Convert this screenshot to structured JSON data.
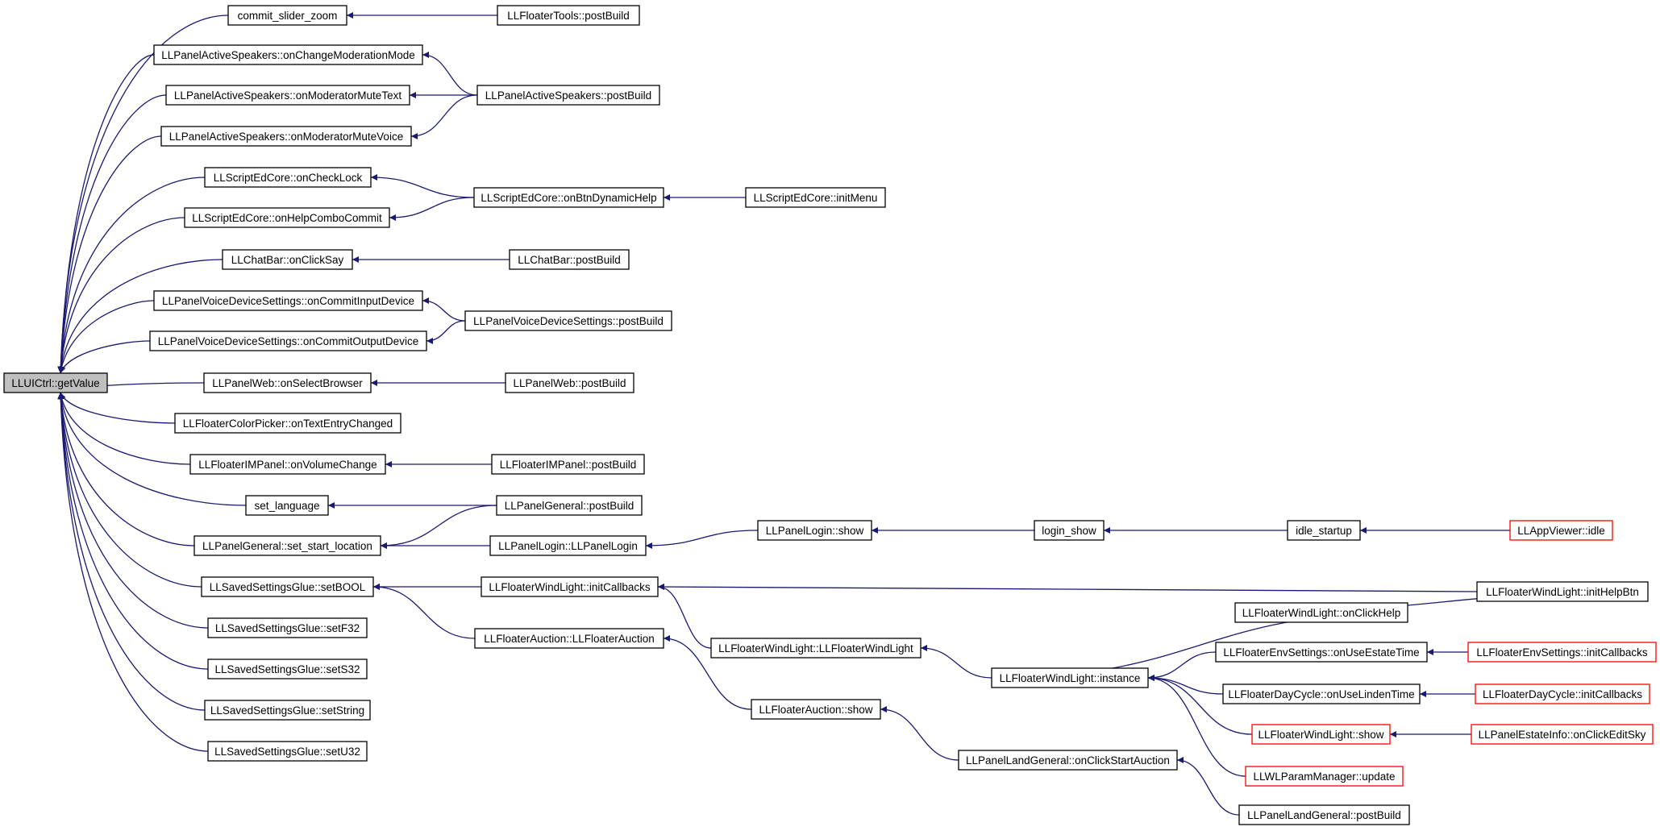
{
  "colors": {
    "edge": "#191970",
    "node_border": "#000000",
    "truncated_border": "#ff0000",
    "root_fill": "#bfbfbf",
    "node_fill": "#ffffff",
    "text": "#000000"
  },
  "nodes": [
    {
      "id": "n_getvalue",
      "label": "LLUICtrl::getValue",
      "kind": "root"
    },
    {
      "id": "n_commit_slider_zoom",
      "label": "commit_slider_zoom"
    },
    {
      "id": "n_floatertools_postbuild",
      "label": "LLFloaterTools::postBuild"
    },
    {
      "id": "n_pas_onchangemod",
      "label": "LLPanelActiveSpeakers::onChangeModerationMode"
    },
    {
      "id": "n_pas_onmodmutetext",
      "label": "LLPanelActiveSpeakers::onModeratorMuteText"
    },
    {
      "id": "n_pas_postbuild",
      "label": "LLPanelActiveSpeakers::postBuild"
    },
    {
      "id": "n_pas_onmodmutevoice",
      "label": "LLPanelActiveSpeakers::onModeratorMuteVoice"
    },
    {
      "id": "n_sec_onchecklock",
      "label": "LLScriptEdCore::onCheckLock"
    },
    {
      "id": "n_sec_onbtndynhelp",
      "label": "LLScriptEdCore::onBtnDynamicHelp"
    },
    {
      "id": "n_sec_initmenu",
      "label": "LLScriptEdCore::initMenu"
    },
    {
      "id": "n_sec_onhelpcombo",
      "label": "LLScriptEdCore::onHelpComboCommit"
    },
    {
      "id": "n_chatbar_onclicksay",
      "label": "LLChatBar::onClickSay"
    },
    {
      "id": "n_chatbar_postbuild",
      "label": "LLChatBar::postBuild"
    },
    {
      "id": "n_pvds_oncommitinput",
      "label": "LLPanelVoiceDeviceSettings::onCommitInputDevice"
    },
    {
      "id": "n_pvds_postbuild",
      "label": "LLPanelVoiceDeviceSettings::postBuild"
    },
    {
      "id": "n_pvds_oncommitoutput",
      "label": "LLPanelVoiceDeviceSettings::onCommitOutputDevice"
    },
    {
      "id": "n_pweb_onselectbrowser",
      "label": "LLPanelWeb::onSelectBrowser"
    },
    {
      "id": "n_pweb_postbuild",
      "label": "LLPanelWeb::postBuild"
    },
    {
      "id": "n_fcp_ontextentry",
      "label": "LLFloaterColorPicker::onTextEntryChanged"
    },
    {
      "id": "n_fim_onvolume",
      "label": "LLFloaterIMPanel::onVolumeChange"
    },
    {
      "id": "n_fim_postbuild",
      "label": "LLFloaterIMPanel::postBuild"
    },
    {
      "id": "n_set_language",
      "label": "set_language"
    },
    {
      "id": "n_pgen_postbuild",
      "label": "LLPanelGeneral::postBuild"
    },
    {
      "id": "n_pgen_setstartloc",
      "label": "LLPanelGeneral::set_start_location"
    },
    {
      "id": "n_plogin_ctor",
      "label": "LLPanelLogin::LLPanelLogin"
    },
    {
      "id": "n_plogin_show",
      "label": "LLPanelLogin::show"
    },
    {
      "id": "n_login_show",
      "label": "login_show"
    },
    {
      "id": "n_idle_startup",
      "label": "idle_startup"
    },
    {
      "id": "n_appviewer_idle",
      "label": "LLAppViewer::idle",
      "kind": "truncated"
    },
    {
      "id": "n_ssg_setbool",
      "label": "LLSavedSettingsGlue::setBOOL"
    },
    {
      "id": "n_fwl_initcallbacks",
      "label": "LLFloaterWindLight::initCallbacks"
    },
    {
      "id": "n_fwl_inithelpbtn",
      "label": "LLFloaterWindLight::initHelpBtn"
    },
    {
      "id": "n_fwl_onclickhelp",
      "label": "LLFloaterWindLight::onClickHelp"
    },
    {
      "id": "n_ssg_setf32",
      "label": "LLSavedSettingsGlue::setF32"
    },
    {
      "id": "n_fauc_ctor",
      "label": "LLFloaterAuction::LLFloaterAuction"
    },
    {
      "id": "n_fwl_ctor",
      "label": "LLFloaterWindLight::LLFloaterWindLight"
    },
    {
      "id": "n_fes_onuseestate",
      "label": "LLFloaterEnvSettings::onUseEstateTime"
    },
    {
      "id": "n_fes_initcallbacks",
      "label": "LLFloaterEnvSettings::initCallbacks",
      "kind": "truncated"
    },
    {
      "id": "n_ssg_sets32",
      "label": "LLSavedSettingsGlue::setS32"
    },
    {
      "id": "n_fwl_instance",
      "label": "LLFloaterWindLight::instance"
    },
    {
      "id": "n_fdc_onuselinden",
      "label": "LLFloaterDayCycle::onUseLindenTime"
    },
    {
      "id": "n_fdc_initcallbacks",
      "label": "LLFloaterDayCycle::initCallbacks",
      "kind": "truncated"
    },
    {
      "id": "n_ssg_setstring",
      "label": "LLSavedSettingsGlue::setString"
    },
    {
      "id": "n_fauc_show",
      "label": "LLFloaterAuction::show"
    },
    {
      "id": "n_fwl_show",
      "label": "LLFloaterWindLight::show",
      "kind": "truncated"
    },
    {
      "id": "n_pei_onclickeditsky",
      "label": "LLPanelEstateInfo::onClickEditSky",
      "kind": "truncated"
    },
    {
      "id": "n_ssg_setu32",
      "label": "LLSavedSettingsGlue::setU32"
    },
    {
      "id": "n_plg_onclickstartauction",
      "label": "LLPanelLandGeneral::onClickStartAuction"
    },
    {
      "id": "n_wlpm_update",
      "label": "LLWLParamManager::update",
      "kind": "truncated"
    },
    {
      "id": "n_plg_postbuild",
      "label": "LLPanelLandGeneral::postBuild"
    }
  ],
  "edges": [
    {
      "from": "n_commit_slider_zoom",
      "to": "n_getvalue"
    },
    {
      "from": "n_pas_onchangemod",
      "to": "n_getvalue"
    },
    {
      "from": "n_pas_onmodmutetext",
      "to": "n_getvalue"
    },
    {
      "from": "n_pas_onmodmutevoice",
      "to": "n_getvalue"
    },
    {
      "from": "n_sec_onchecklock",
      "to": "n_getvalue"
    },
    {
      "from": "n_sec_onhelpcombo",
      "to": "n_getvalue"
    },
    {
      "from": "n_chatbar_onclicksay",
      "to": "n_getvalue"
    },
    {
      "from": "n_pvds_oncommitinput",
      "to": "n_getvalue"
    },
    {
      "from": "n_pvds_oncommitoutput",
      "to": "n_getvalue"
    },
    {
      "from": "n_pweb_onselectbrowser",
      "to": "n_getvalue"
    },
    {
      "from": "n_fcp_ontextentry",
      "to": "n_getvalue"
    },
    {
      "from": "n_fim_onvolume",
      "to": "n_getvalue"
    },
    {
      "from": "n_set_language",
      "to": "n_getvalue"
    },
    {
      "from": "n_pgen_setstartloc",
      "to": "n_getvalue"
    },
    {
      "from": "n_ssg_setbool",
      "to": "n_getvalue"
    },
    {
      "from": "n_ssg_setf32",
      "to": "n_getvalue"
    },
    {
      "from": "n_ssg_sets32",
      "to": "n_getvalue"
    },
    {
      "from": "n_ssg_setstring",
      "to": "n_getvalue"
    },
    {
      "from": "n_ssg_setu32",
      "to": "n_getvalue"
    },
    {
      "from": "n_floatertools_postbuild",
      "to": "n_commit_slider_zoom"
    },
    {
      "from": "n_pas_postbuild",
      "to": "n_pas_onchangemod"
    },
    {
      "from": "n_pas_postbuild",
      "to": "n_pas_onmodmutetext"
    },
    {
      "from": "n_pas_postbuild",
      "to": "n_pas_onmodmutevoice"
    },
    {
      "from": "n_sec_onbtndynhelp",
      "to": "n_sec_onchecklock"
    },
    {
      "from": "n_sec_onbtndynhelp",
      "to": "n_sec_onhelpcombo"
    },
    {
      "from": "n_sec_initmenu",
      "to": "n_sec_onbtndynhelp"
    },
    {
      "from": "n_chatbar_postbuild",
      "to": "n_chatbar_onclicksay"
    },
    {
      "from": "n_pvds_postbuild",
      "to": "n_pvds_oncommitinput"
    },
    {
      "from": "n_pvds_postbuild",
      "to": "n_pvds_oncommitoutput"
    },
    {
      "from": "n_pweb_postbuild",
      "to": "n_pweb_onselectbrowser"
    },
    {
      "from": "n_fim_postbuild",
      "to": "n_fim_onvolume"
    },
    {
      "from": "n_pgen_postbuild",
      "to": "n_set_language"
    },
    {
      "from": "n_pgen_postbuild",
      "to": "n_pgen_setstartloc"
    },
    {
      "from": "n_plogin_ctor",
      "to": "n_pgen_setstartloc"
    },
    {
      "from": "n_plogin_show",
      "to": "n_plogin_ctor"
    },
    {
      "from": "n_login_show",
      "to": "n_plogin_show"
    },
    {
      "from": "n_idle_startup",
      "to": "n_login_show"
    },
    {
      "from": "n_appviewer_idle",
      "to": "n_idle_startup"
    },
    {
      "from": "n_fwl_initcallbacks",
      "to": "n_ssg_setbool"
    },
    {
      "from": "n_fauc_ctor",
      "to": "n_ssg_setbool"
    },
    {
      "from": "n_fwl_inithelpbtn",
      "to": "n_fwl_initcallbacks"
    },
    {
      "from": "n_fwl_ctor",
      "to": "n_fwl_initcallbacks"
    },
    {
      "from": "n_fwl_onclickhelp",
      "to": "n_fwl_inithelpbtn"
    },
    {
      "from": "n_fwl_instance",
      "to": "n_fwl_ctor"
    },
    {
      "from": "n_fwl_instance",
      "to": "n_fwl_onclickhelp"
    },
    {
      "from": "n_fes_onuseestate",
      "to": "n_fwl_instance"
    },
    {
      "from": "n_fdc_onuselinden",
      "to": "n_fwl_instance"
    },
    {
      "from": "n_fwl_show",
      "to": "n_fwl_instance"
    },
    {
      "from": "n_wlpm_update",
      "to": "n_fwl_instance"
    },
    {
      "from": "n_fes_initcallbacks",
      "to": "n_fes_onuseestate"
    },
    {
      "from": "n_fdc_initcallbacks",
      "to": "n_fdc_onuselinden"
    },
    {
      "from": "n_pei_onclickeditsky",
      "to": "n_fwl_show"
    },
    {
      "from": "n_fauc_show",
      "to": "n_fauc_ctor"
    },
    {
      "from": "n_plg_onclickstartauction",
      "to": "n_fauc_show"
    },
    {
      "from": "n_plg_postbuild",
      "to": "n_plg_onclickstartauction"
    }
  ]
}
